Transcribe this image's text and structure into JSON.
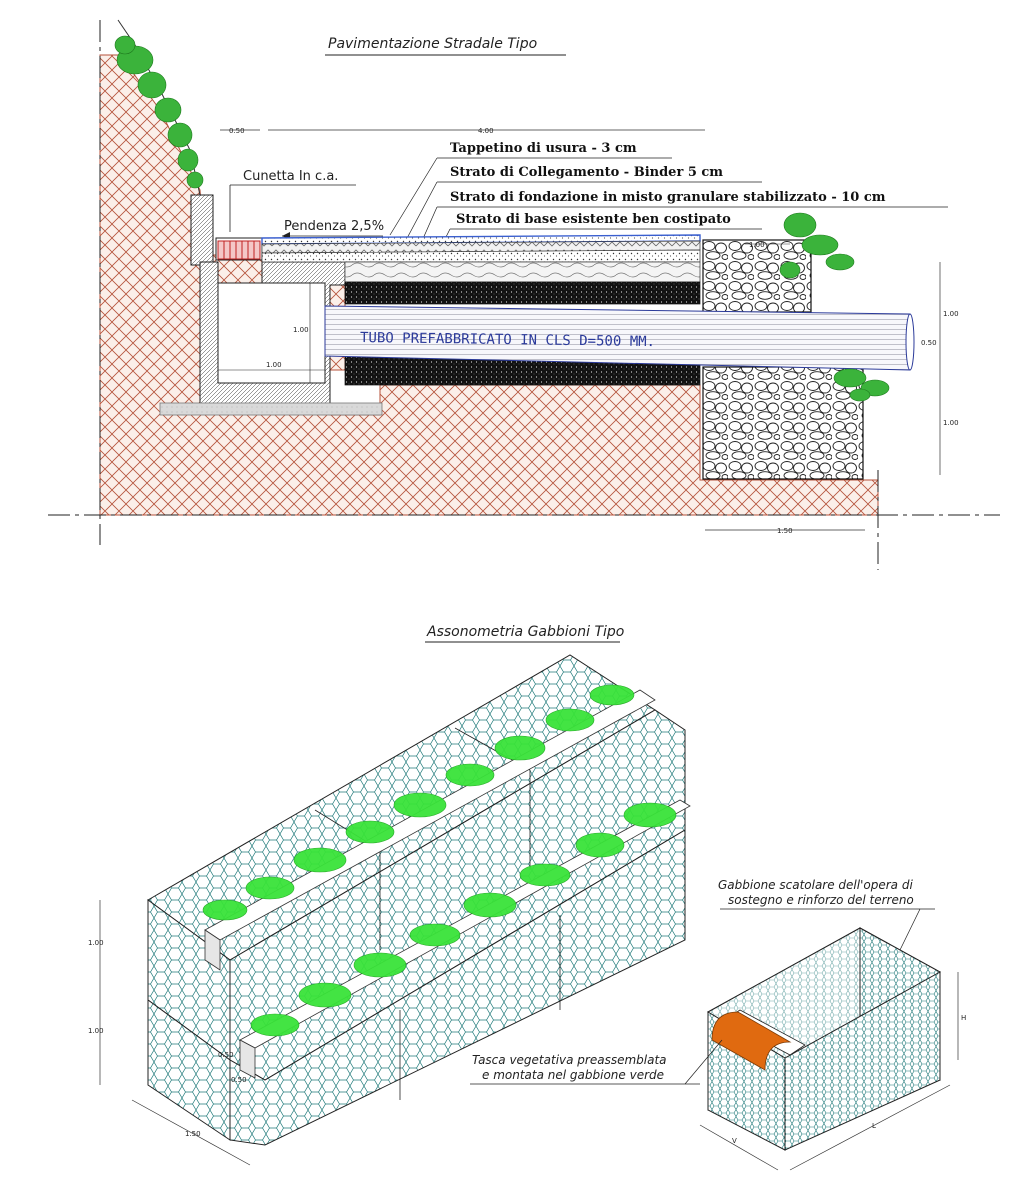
{
  "top_section": {
    "title": "Pavimentazione Stradale Tipo",
    "layers": [
      "Tappetino di usura - 3 cm",
      "Strato di Collegamento - Binder 5 cm",
      "Strato di fondazione in misto granulare stabilizzato - 10 cm",
      "Strato di base esistente ben costipato"
    ],
    "cunetta_label": "Cunetta In c.a.",
    "slope_label": "Pendenza 2,5%",
    "pipe_label": "TUBO PREFABBRICATO IN CLS D=500 MM.",
    "dims": {
      "top_left": "0.50",
      "top_main": "4.00",
      "gabion_top": "1.00",
      "channel_height": "1.00",
      "channel_width": "1.00",
      "right_upper": "1.00",
      "pipe_dia": "0.50",
      "right_lower": "1.00",
      "bottom": "1.50"
    }
  },
  "bottom_section": {
    "title": "Assonometria Gabbioni Tipo",
    "box_label_line1": "Gabbione scatolare dell'opera di",
    "box_label_line2": "sostegno e rinforzo del terreno",
    "pocket_label_line1": "Tasca vegetativa preassemblata",
    "pocket_label_line2": "e montata nel gabbione verde",
    "dims": {
      "upper_h": "1.00",
      "lower_h": "1.00",
      "pocket_h": "0.50",
      "pocket_w": "0.50",
      "base_w": "1.50",
      "box_h": "H",
      "box_w": "V",
      "box_l": "L"
    }
  },
  "colors": {
    "hatch": "#b5523a",
    "vegetation": "#2ec82e",
    "mesh": "#1f7a7a",
    "wearing_course": "#3a5fcf",
    "pipe_text": "#2b3a9a",
    "pocket": "#e06a10"
  }
}
